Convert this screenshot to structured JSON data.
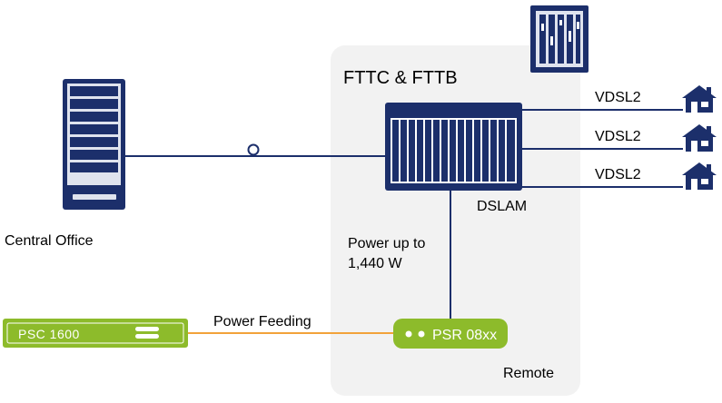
{
  "colors": {
    "navy": "#1c2f6b",
    "panel": "#f3f3f3",
    "green": "#8dbb2b",
    "orange": "#f2a23a",
    "line": "#1c2f6b"
  },
  "icons": {
    "central_office": "server-rack-icon",
    "cabinet": "street-cabinet-icon",
    "dslam": "dslam-chassis-icon",
    "houses": [
      "house-icon",
      "house-icon",
      "house-icon"
    ],
    "connector": "fiber-connector-icon"
  },
  "labels": {
    "fttc_fttb": "FTTC & FTTB",
    "central_office": "Central Office",
    "dslam": "DSLAM",
    "power_line1": "Power up to",
    "power_line2": "1,440 W",
    "power_feeding": "Power Feeding",
    "remote": "Remote",
    "psc": "PSC 1600",
    "psr": "PSR 08xx",
    "vdsl": [
      "VDSL2",
      "VDSL2",
      "VDSL2"
    ]
  }
}
